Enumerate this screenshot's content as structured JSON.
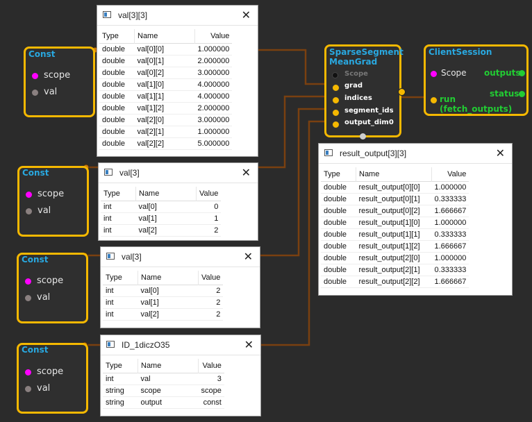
{
  "nodes": {
    "const1": {
      "title": "Const",
      "scope": "scope",
      "val": "val"
    },
    "const2": {
      "title": "Const",
      "scope": "scope",
      "val": "val"
    },
    "const3": {
      "title": "Const",
      "scope": "scope",
      "val": "val"
    },
    "const4": {
      "title": "Const",
      "scope": "scope",
      "val": "val"
    },
    "sparse": {
      "title1": "SparseSegment",
      "title2": "MeanGrad",
      "ports": [
        "Scope",
        "grad",
        "indices",
        "segment_ids",
        "output_dim0"
      ]
    },
    "session": {
      "title": "ClientSession",
      "scope": "Scope",
      "run": "run",
      "fetch": "(fetch_outputs)",
      "outputs": "outputs",
      "status": "status"
    }
  },
  "windows": {
    "w1": {
      "title": "val[3][3]",
      "headers": [
        "Type",
        "Name",
        "Value"
      ],
      "rows": [
        [
          "double",
          "val[0][0]",
          "1.000000"
        ],
        [
          "double",
          "val[0][1]",
          "2.000000"
        ],
        [
          "double",
          "val[0][2]",
          "3.000000"
        ],
        [
          "double",
          "val[1][0]",
          "4.000000"
        ],
        [
          "double",
          "val[1][1]",
          "4.000000"
        ],
        [
          "double",
          "val[1][2]",
          "2.000000"
        ],
        [
          "double",
          "val[2][0]",
          "3.000000"
        ],
        [
          "double",
          "val[2][1]",
          "1.000000"
        ],
        [
          "double",
          "val[2][2]",
          "5.000000"
        ]
      ]
    },
    "w2": {
      "title": "val[3]",
      "headers": [
        "Type",
        "Name",
        "Value"
      ],
      "rows": [
        [
          "int",
          "val[0]",
          "0"
        ],
        [
          "int",
          "val[1]",
          "1"
        ],
        [
          "int",
          "val[2]",
          "2"
        ]
      ]
    },
    "w3": {
      "title": "val[3]",
      "headers": [
        "Type",
        "Name",
        "Value"
      ],
      "rows": [
        [
          "int",
          "val[0]",
          "2"
        ],
        [
          "int",
          "val[1]",
          "2"
        ],
        [
          "int",
          "val[2]",
          "2"
        ]
      ]
    },
    "w4": {
      "title": "ID_1diczO35",
      "headers": [
        "Type",
        "Name",
        "Value"
      ],
      "rows": [
        [
          "int",
          "val",
          "3"
        ],
        [
          "string",
          "scope",
          "scope"
        ],
        [
          "string",
          "output",
          "const"
        ]
      ]
    },
    "w5": {
      "title": "result_output[3][3]",
      "headers": [
        "Type",
        "Name",
        "Value"
      ],
      "rows": [
        [
          "double",
          "result_output[0][0]",
          "1.000000"
        ],
        [
          "double",
          "result_output[0][1]",
          "0.333333"
        ],
        [
          "double",
          "result_output[0][2]",
          "1.666667"
        ],
        [
          "double",
          "result_output[1][0]",
          "1.000000"
        ],
        [
          "double",
          "result_output[1][1]",
          "0.333333"
        ],
        [
          "double",
          "result_output[1][2]",
          "1.666667"
        ],
        [
          "double",
          "result_output[2][0]",
          "1.000000"
        ],
        [
          "double",
          "result_output[2][1]",
          "0.333333"
        ],
        [
          "double",
          "result_output[2][2]",
          "1.666667"
        ]
      ]
    }
  },
  "colors": {
    "node_border": "#f5b800",
    "title": "#29a8e0",
    "wire": "#8a4a12",
    "background": "#2b2b2b"
  }
}
